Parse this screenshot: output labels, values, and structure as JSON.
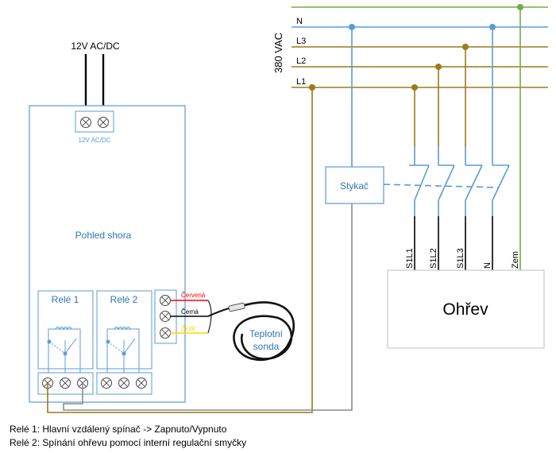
{
  "supply": {
    "label": "12V AC/DC",
    "terminal_label": "12V AC/DC"
  },
  "module": {
    "view_label": "Pohled shora",
    "relay1_label": "Relé 1",
    "relay2_label": "Relé 2"
  },
  "probe": {
    "wire_red": "Červená",
    "wire_black": "Černá",
    "wire_yellow": "Žlutá",
    "label_line1": "Teplotní",
    "label_line2": "sonda"
  },
  "mains": {
    "voltage": "380 VAC",
    "lines": [
      "N",
      "L3",
      "L2",
      "L1"
    ]
  },
  "contactor": {
    "label": "Stykač"
  },
  "heater": {
    "label": "Ohřev",
    "terminals": [
      "S1L1",
      "S1L2",
      "S1L3",
      "N",
      "Zem"
    ]
  },
  "notes": [
    "Relé 1: Hlavní vzdálený spínač -> Zapnuto/Vypnuto",
    "Relé 2: Spínání ohřevu pomocí interní regulační smyčky"
  ],
  "colors": {
    "module_border": "#5b9bd5",
    "neutral": "#5b9bd5",
    "phase": "#9c7a18",
    "earth": "#70ad47",
    "gray_wire": "#8c8c8c",
    "red_wire": "#ff0000",
    "yellow_wire": "#ffd700"
  }
}
